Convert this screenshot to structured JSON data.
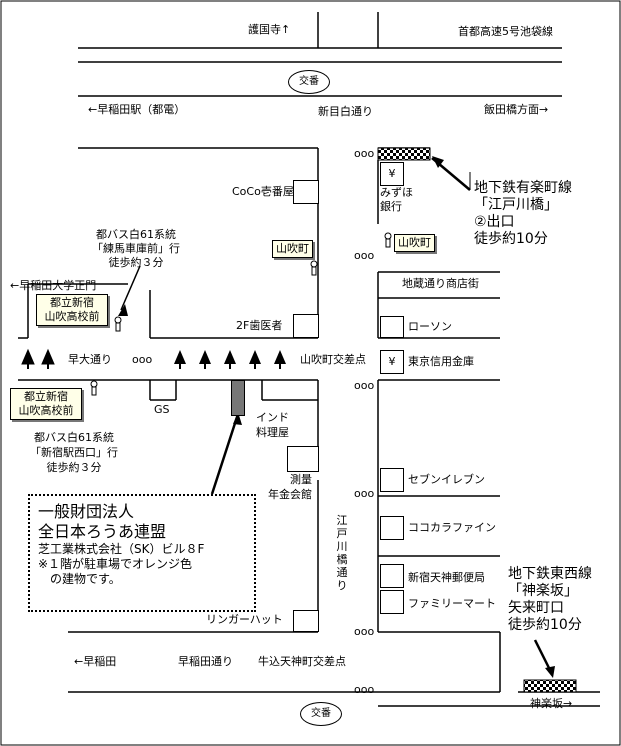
{
  "roads": {
    "gokokuji": "護国寺↑",
    "expressway": "首都高速5号池袋線",
    "waseda_station": "←早稲田駅（都電）",
    "shinmejiro": "新目白通り",
    "iidabashi": "飯田橋方面→",
    "waseda_dori": "早大通り",
    "waseda_dori_bottom": "早稲田通り",
    "waseda_bottom": "←早稲田",
    "ushigome": "牛込天神町交差点",
    "yamabuki_intersection": "山吹町交差点",
    "edogawabashi_dori": "江戸川橋通り",
    "kagurazaka_arrow": "神楽坂→",
    "univ_gate": "←早稲田大学正門",
    "koban": "交番",
    "yen": "¥",
    "ooo": "ooo"
  },
  "landmarks": {
    "coco": "CoCo壱番屋",
    "mizuho": "みずほ\n銀行",
    "jizo": "地蔵通り商店街",
    "lawson": "ローソン",
    "tokyo_shinkin": "東京信用金庫",
    "dental": "2F歯医者",
    "gs": "GS",
    "indo": "インド\n料理屋",
    "sokuryo": "測量\n年金会館",
    "seven": "セブンイレブン",
    "cocokara": "ココカラファイン",
    "post": "新宿天神郵便局",
    "familymart": "ファミリーマート",
    "ringer": "リンガーハット"
  },
  "bus_stops": {
    "yamabuki_1": "山吹町",
    "yamabuki_2": "山吹町",
    "school_north": "都立新宿\n山吹高校前",
    "school_south": "都立新宿\n山吹高校前",
    "bus_north": "都バス白61系統\n「練馬車庫前」行\n徒歩約３分",
    "bus_south": "都バス白61系統\n「新宿駅西口」行\n徒歩約３分"
  },
  "stations": {
    "yurakucho": "地下鉄有楽町線\n「江戸川橋」\n②出口\n徒歩約10分",
    "tozai": "地下鉄東西線\n「神楽坂」\n矢来町口\n徒歩約10分"
  },
  "destination": {
    "line1": "一般財団法人",
    "line2": "全日本ろうあ連盟",
    "line3": "芝工業株式会社（SK）ビル８F",
    "line4": "※１階が駐車場でオレンジ色\n　の建物です。"
  }
}
